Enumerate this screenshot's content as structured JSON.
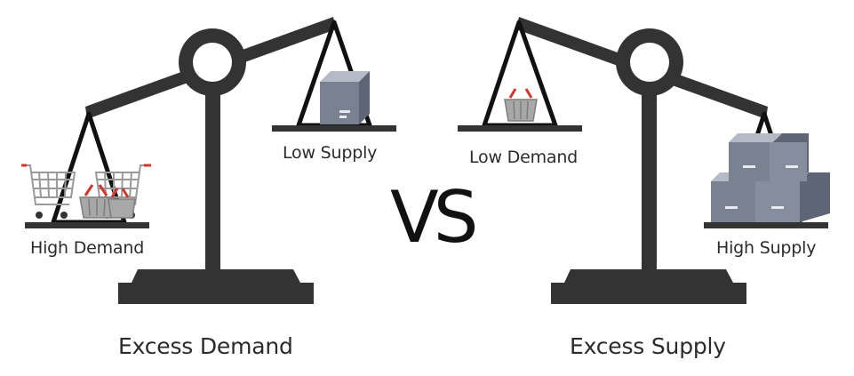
{
  "left_scale": {
    "pan_left_label": "High Demand",
    "pan_right_label": "Low Supply",
    "caption": "Excess Demand"
  },
  "right_scale": {
    "pan_left_label": "Low Demand",
    "pan_right_label": "High Supply",
    "caption": "Excess Supply"
  },
  "center_text": "VS",
  "colors": {
    "scale": "#333333",
    "box": "#7a8191",
    "box_light": "#b5bac7",
    "cart": "#9a9a9a",
    "handle": "#d2372c"
  }
}
